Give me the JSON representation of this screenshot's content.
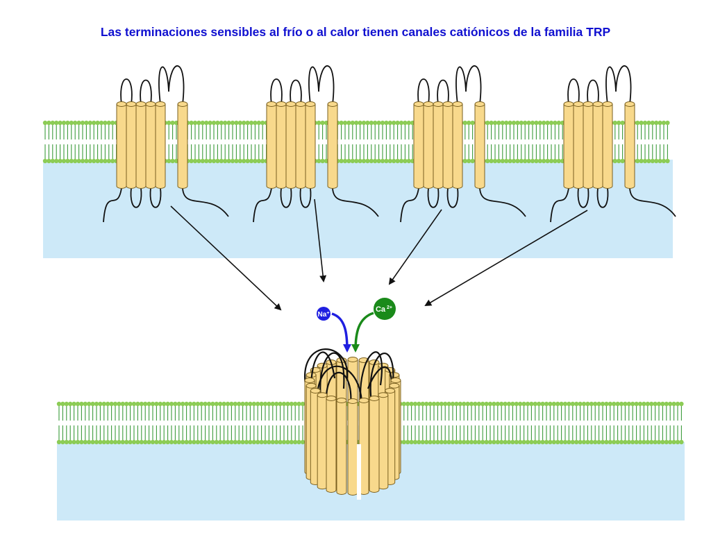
{
  "title": "Las terminaciones sensibles al frío o al calor tienen canales catiónicos de la familia TRP",
  "ions": [
    {
      "symbol": "Na",
      "charge": "+",
      "color": "#1f1fe0"
    },
    {
      "symbol": "Ca",
      "charge": "2+",
      "color": "#1a8a1a"
    }
  ],
  "colors": {
    "cytoplasm": "#cde9f8",
    "lipid_head": "#8ccc55",
    "lipid_tail": "#3a9a3a",
    "helix_fill": "#f8d98c",
    "helix_stroke": "#7a6020",
    "loop": "#111111",
    "arrow": "#111111",
    "na_arrow": "#1f1fe0",
    "ca_arrow": "#1a8a1a"
  },
  "subunit_count": 4,
  "helices_per_subunit": 6
}
